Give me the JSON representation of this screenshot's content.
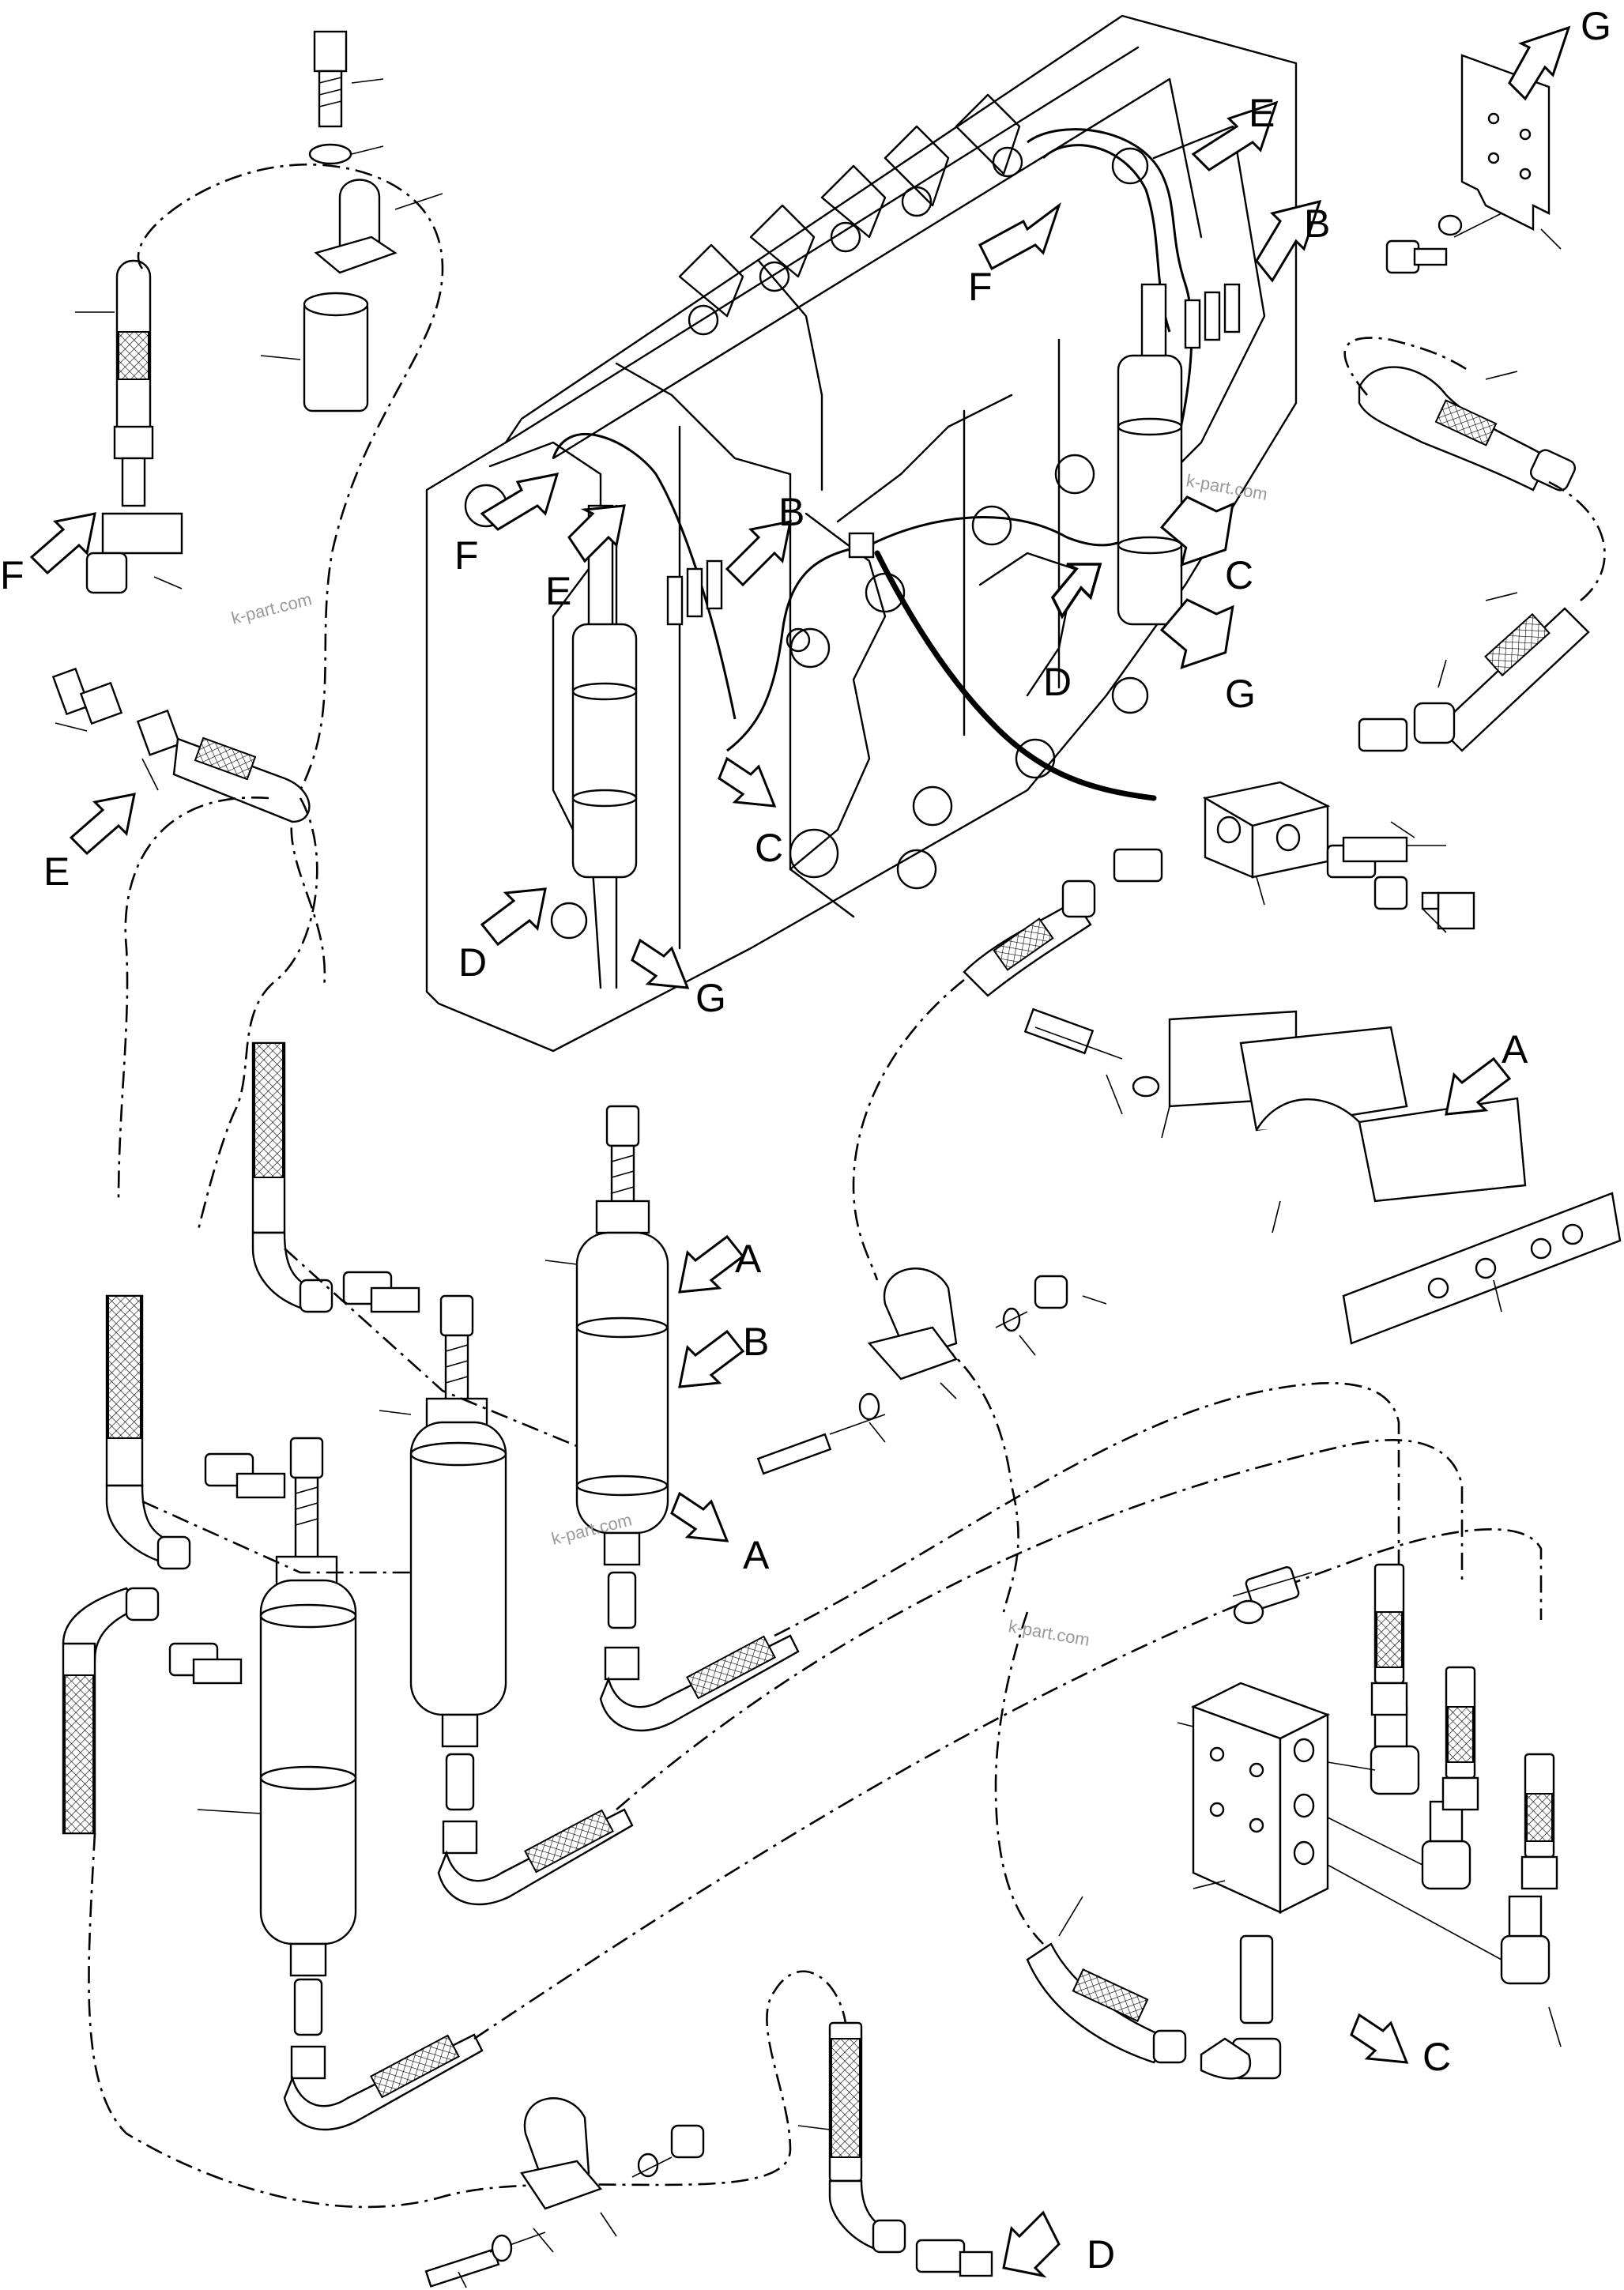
{
  "watermark": "k-part.com",
  "colors": {
    "ink": "#000000",
    "paper": "#ffffff",
    "watermark": "#9a9a9a"
  },
  "labels": {
    "A1": "A",
    "A2": "A",
    "A3": "A",
    "B1": "B",
    "B2": "B",
    "B3": "B",
    "C1": "C",
    "C2": "C",
    "C3": "C",
    "D1": "D",
    "D2": "D",
    "D3": "D",
    "E1": "E",
    "E2": "E",
    "E3": "E",
    "F1": "F",
    "F2": "F",
    "G1": "G",
    "G2": "G",
    "G3": "G"
  }
}
